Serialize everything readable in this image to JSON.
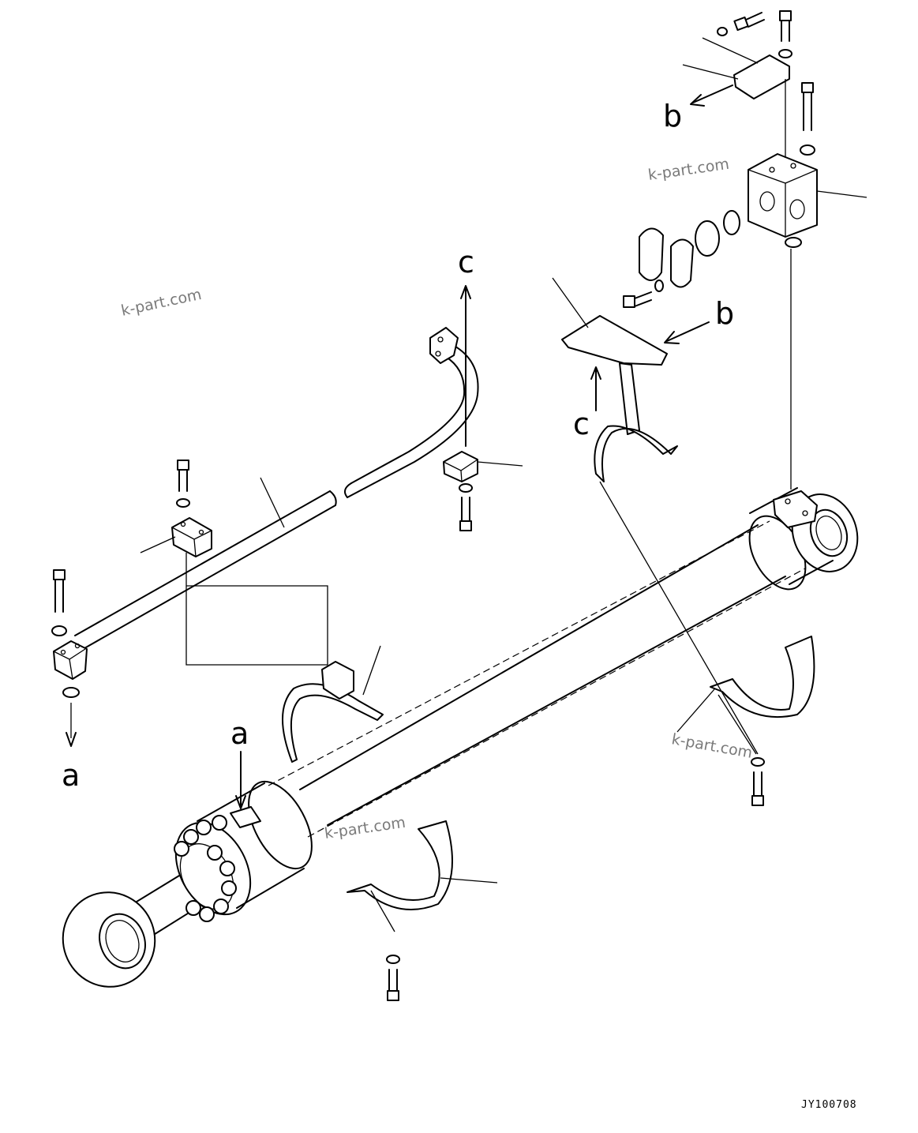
{
  "labels": {
    "a": "a",
    "b": "b",
    "c": "c"
  },
  "watermark": "k-part.com",
  "drawing_code": "JY100708"
}
